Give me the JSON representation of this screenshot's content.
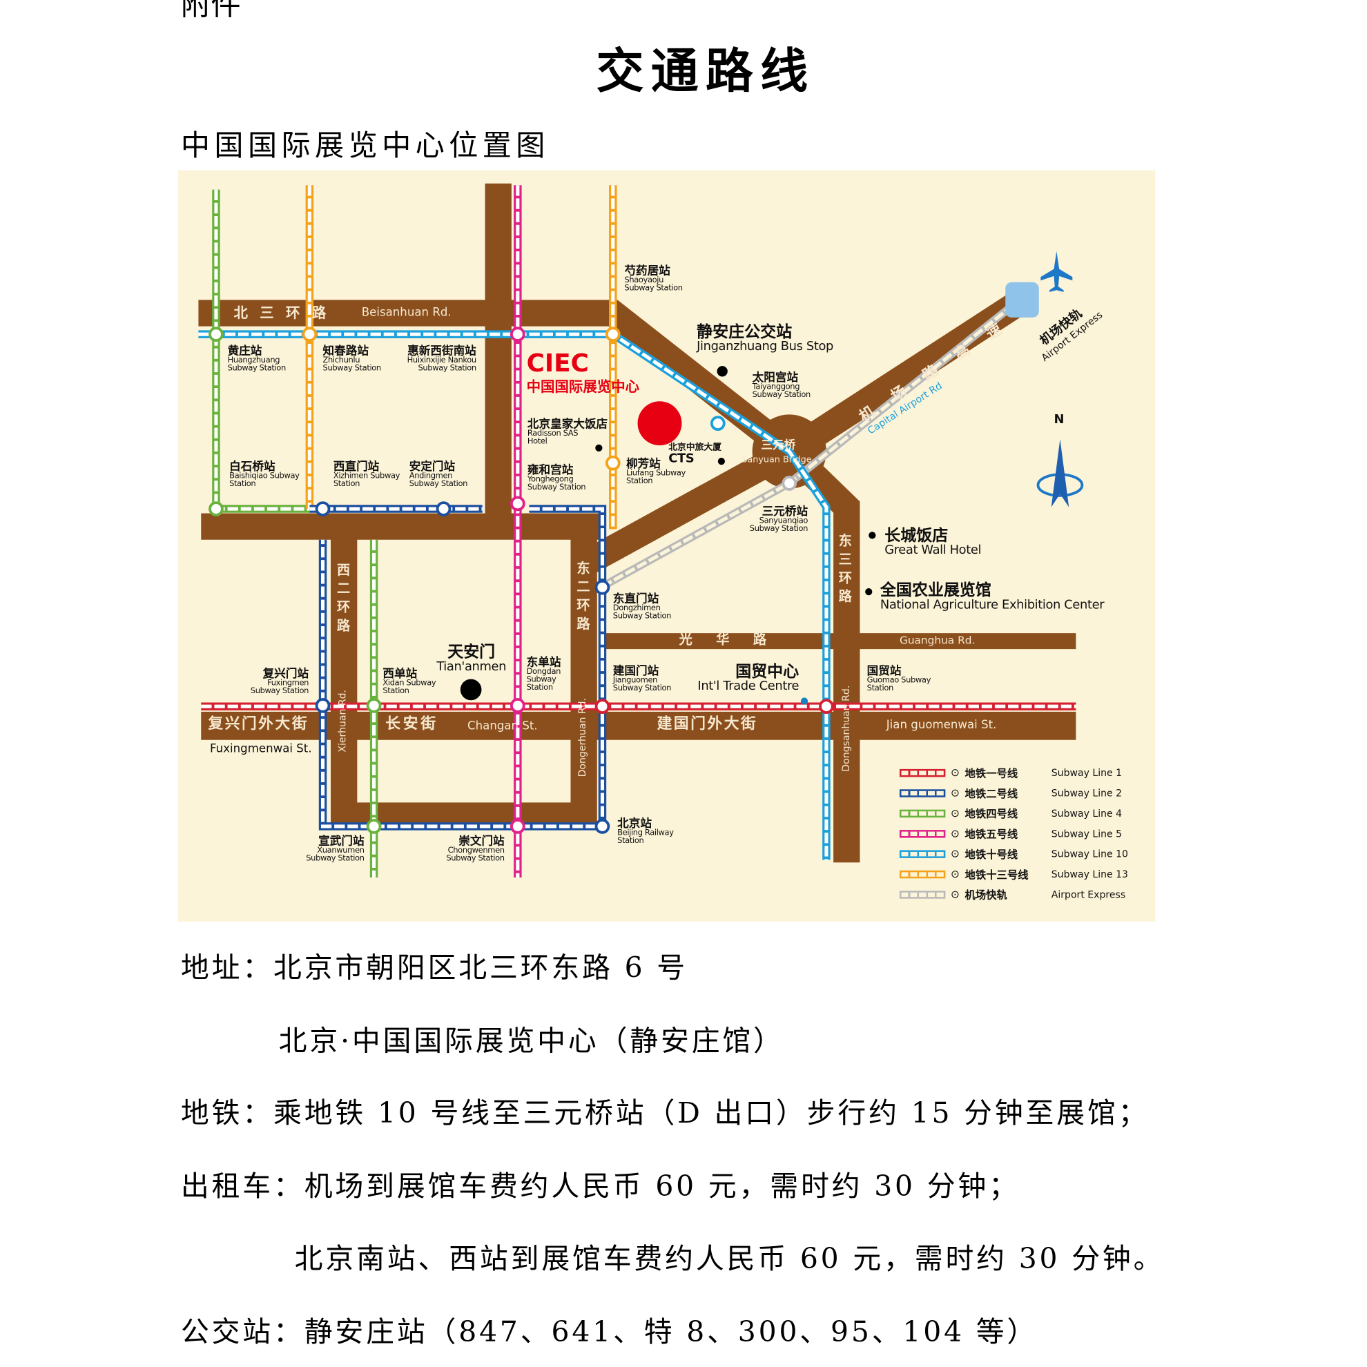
{
  "header": {
    "corner_label": "附件",
    "title": "交通路线",
    "subtitle": "中国国际展览中心位置图"
  },
  "map": {
    "ciec": {
      "abbr": "CIEC",
      "name_cn": "中国国际展览中心"
    },
    "north": "N",
    "roads": {
      "beisanhuan_cn": "北 三 环 路",
      "beisanhuan_en": "Beisanhuan Rd.",
      "airport_road_cn": "机 场 路 高 速",
      "airport_road_en": "Capital Airport Rd",
      "airport_express_cn": "机场快轨",
      "airport_express_en": "Airport Express",
      "dongsanhuan_cn": "东三环路",
      "dongsanhuan_en": "Dongsanhuan Rd.",
      "xierhuan_cn": "西二环路",
      "xierhuan_en": "Xierhuan Rd.",
      "dongerhuan_cn": "东二环路",
      "dongerhuan_en": "Dongerhuan Rd.",
      "guanghua_cn": "光　华　路",
      "guanghua_en": "Guanghua Rd.",
      "fuxingmenwai_cn": "复兴门外大街",
      "fuxingmenwai_en": "Fuxingmenwai St.",
      "changan_cn": "长安街",
      "changan_en": "Changan St.",
      "jianguomenwai_cn": "建国门外大街",
      "jianguomenwai_en": "Jian guomenwai St.",
      "sanyuan_cn": "三元桥",
      "sanyuan_en": "Sanyuan Bridge"
    },
    "places": [
      {
        "cn": "芍药居站",
        "en": "Shaoyaoju Subway Station"
      },
      {
        "cn": "黄庄站",
        "en": "Huangzhuang Subway Station"
      },
      {
        "cn": "知春路站",
        "en": "Zhichunlu Subway Station"
      },
      {
        "cn": "惠新西街南站",
        "en": "Huixinxijie Nankou Subway Station"
      },
      {
        "cn": "白石桥站",
        "en": "Baishiqiao Subway Station"
      },
      {
        "cn": "西直门站",
        "en": "Xizhimen Subway Station"
      },
      {
        "cn": "安定门站",
        "en": "Andingmen Subway Station"
      },
      {
        "cn": "北京皇家大饭店",
        "en": "Radisson SAS Hotel"
      },
      {
        "cn": "雍和宫站",
        "en": "Yonghegong Subway Station"
      },
      {
        "cn": "柳芳站",
        "en": "Liufang Subway Station"
      },
      {
        "cn": "北京中旅大厦",
        "en": "CTS"
      },
      {
        "cn": "静安庄公交站",
        "en": "Jinganzhuang Bus Stop"
      },
      {
        "cn": "太阳宫站",
        "en": "Taiyanggong Subway Station"
      },
      {
        "cn": "三元桥站",
        "en": "Sanyuanqiao Subway Station"
      },
      {
        "cn": "长城饭店",
        "en": "Great Wall Hotel"
      },
      {
        "cn": "全国农业展览馆",
        "en": "National Agriculture Exhibition Center"
      },
      {
        "cn": "东直门站",
        "en": "Dongzhimen Subway Station"
      },
      {
        "cn": "建国门站",
        "en": "Jianguomen Subway Station"
      },
      {
        "cn": "国贸中心",
        "en": "Int'l Trade Centre"
      },
      {
        "cn": "国贸站",
        "en": "Guomao Subway Station"
      },
      {
        "cn": "复兴门站",
        "en": "Fuxingmen Subway Station"
      },
      {
        "cn": "西单站",
        "en": "Xidan Subway Station"
      },
      {
        "cn": "天安门",
        "en": "Tian'anmen"
      },
      {
        "cn": "东单站",
        "en": "Dongdan Subway Station"
      },
      {
        "cn": "宣武门站",
        "en": "Xuanwumen Subway Station"
      },
      {
        "cn": "崇文门站",
        "en": "Chongwenmen Subway Station"
      },
      {
        "cn": "北京站",
        "en": "Beijing Railway Station"
      }
    ],
    "legend": [
      {
        "cn": "地铁一号线",
        "en": "Subway Line 1",
        "color": "#d42030"
      },
      {
        "cn": "地铁二号线",
        "en": "Subway Line 2",
        "color": "#1b4fa0"
      },
      {
        "cn": "地铁四号线",
        "en": "Subway Line 4",
        "color": "#6ab23e"
      },
      {
        "cn": "地铁五号线",
        "en": "Subway Line 5",
        "color": "#e0218a"
      },
      {
        "cn": "地铁十号线",
        "en": "Subway Line 10",
        "color": "#1aa0dc"
      },
      {
        "cn": "地铁十三号线",
        "en": "Subway Line 13",
        "color": "#f5a21b"
      },
      {
        "cn": "机场快轨",
        "en": "Airport Express",
        "color": "#b9b9b9"
      }
    ],
    "colors": {
      "road": "#8b4f1d",
      "background": "#fcf4d8",
      "ciec": "#e60012"
    }
  },
  "info": {
    "address": "地址：北京市朝阳区北三环东路 6 号",
    "venue": "北京·中国国际展览中心（静安庄馆）",
    "subway": "地铁：乘地铁 10 号线至三元桥站（D 出口）步行约 15 分钟至展馆；",
    "taxi": "出租车：机场到展馆车费约人民币 60 元，需时约 30 分钟；",
    "taxi2": "北京南站、西站到展馆车费约人民币 60 元，需时约 30 分钟。",
    "bus": "公交站：静安庄站（847、641、特 8、300、95、104 等）"
  }
}
